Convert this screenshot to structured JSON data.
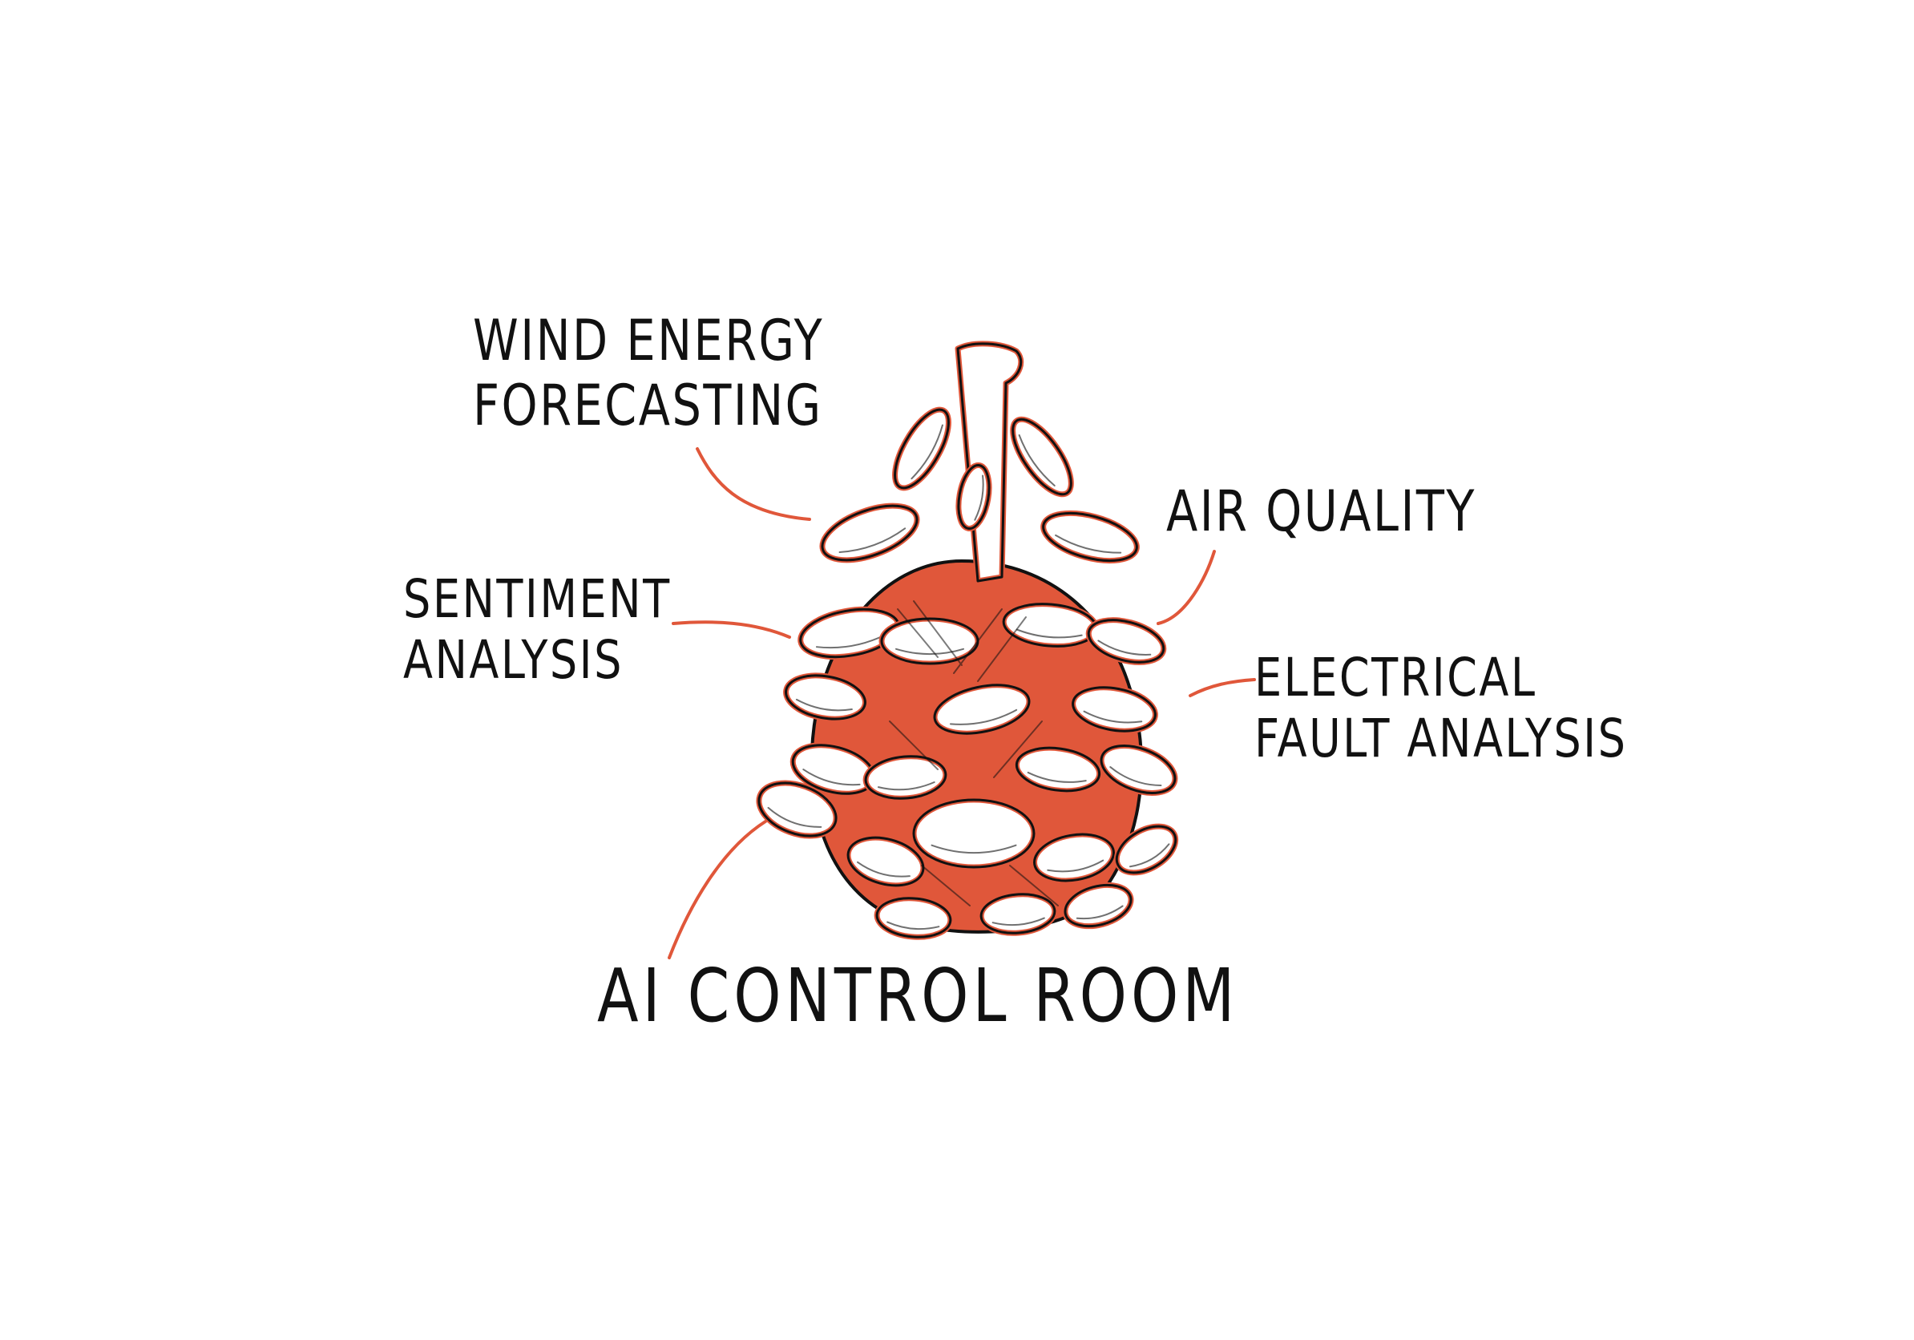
{
  "diagram": {
    "accent_color": "#e0573a",
    "ink_color": "#111111",
    "central_image": "pine-cone-illustration",
    "labels": {
      "wind_energy": [
        "Wind energy",
        "Forecasting"
      ],
      "air_quality": [
        "Air Quality"
      ],
      "sentiment": [
        "Sentiment",
        "Analysis"
      ],
      "electrical_fault": [
        "Electrical",
        "Fault Analysis"
      ],
      "ai_control_room": [
        "AI Control Room"
      ]
    }
  }
}
